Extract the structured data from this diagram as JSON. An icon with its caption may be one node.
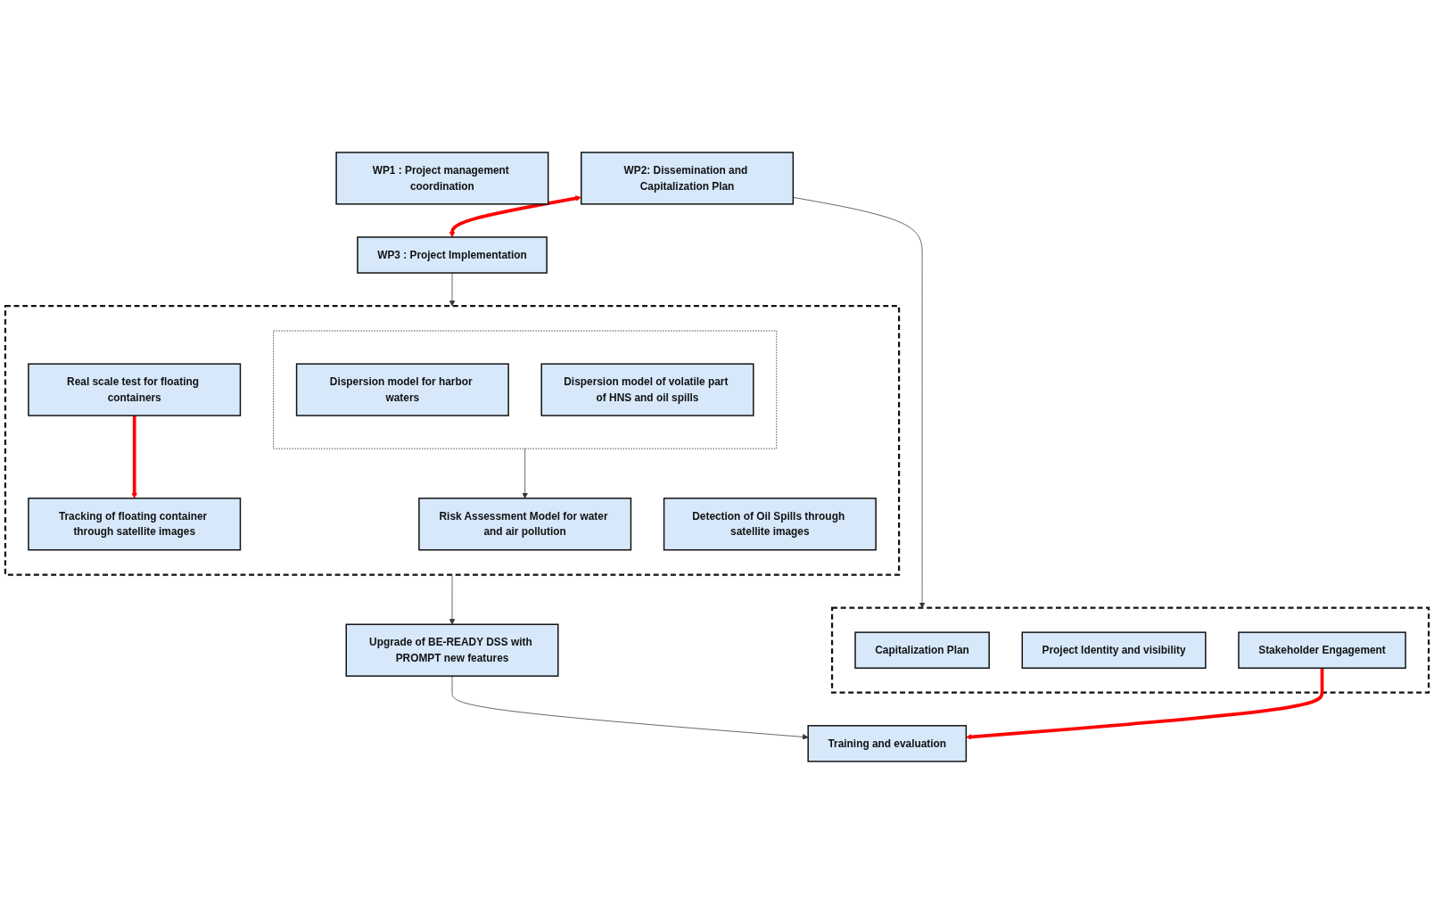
{
  "diagram": {
    "nodes": [
      {
        "text": [
          "WP1 : Project management coordination"
        ]
      },
      {
        "text": [
          "WP2: Dissemination and Capitalization Plan"
        ]
      },
      {
        "text": [
          "WP3 : Project Implementation"
        ]
      },
      {
        "text": [],
        "shape": "box"
      },
      {
        "text": [
          "Capitalization Plan"
        ],
        "in": 3
      },
      {
        "text": [
          "Project Identity and visibility"
        ],
        "in": 3
      },
      {
        "text": [
          "Stakeholder Engagement"
        ],
        "in": 3
      },
      {
        "text": [],
        "shape": "box"
      },
      {
        "text": [],
        "shape": "box",
        "in": 7
      },
      {
        "text": [
          "Dispersion model for harbor waters"
        ],
        "in": 8
      },
      {
        "text": [
          "Dispersion model of volatile part of HNS and oil spills"
        ],
        "in": 8
      },
      {
        "text": [
          "Risk Assessment Model for water and air pollution"
        ],
        "in": 7
      },
      {
        "text": [
          "Detection of Oil Spills through satellite images"
        ],
        "in": 7
      },
      {
        "text": [
          "Tracking of floating container through satellite images"
        ],
        "in": 7
      },
      {
        "text": [
          "Real scale test for floating containers"
        ],
        "in": 7
      },
      {
        "text": [
          "Upgrade of BE-READY DSS with PROMPT new features"
        ]
      },
      {
        "text": [
          "Training and evaluation"
        ]
      }
    ],
    "edges": [
      {
        "from": 1,
        "to": 2,
        "arrow": "both",
        "style": "thick",
        "color": "#ff0000"
      },
      {
        "from": 1,
        "to": 3,
        "arrow": "to"
      },
      {
        "from": 2,
        "to": 7,
        "arrow": "to"
      },
      {
        "from": 8,
        "to": 11,
        "arrow": "to"
      },
      {
        "from": 7,
        "to": 15,
        "arrow": "to"
      },
      {
        "from": 15,
        "to": 16,
        "arrow": "to"
      },
      {
        "from": 14,
        "to": 13,
        "arrow": "to",
        "style": "thick",
        "color": "#ff0000"
      },
      {
        "from": 6,
        "to": 16,
        "arrow": "to",
        "style": "thick",
        "color": "#ff0000"
      }
    ]
  }
}
